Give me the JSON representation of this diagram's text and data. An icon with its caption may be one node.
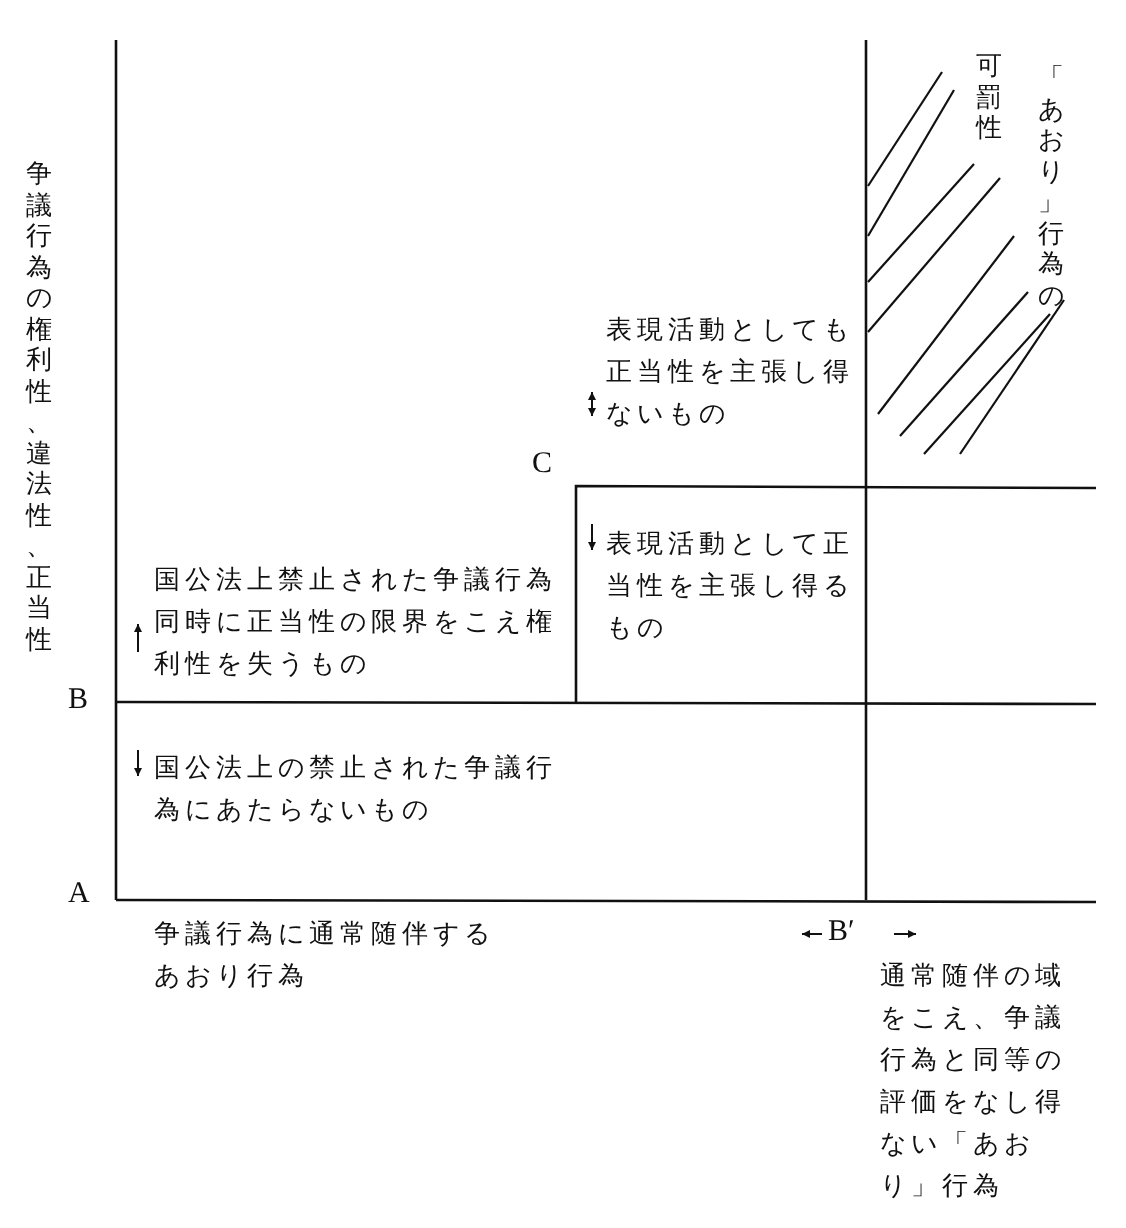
{
  "diagram": {
    "labels": [
      "争議行為の権利性、違法性、正当性",
      "「あおり」行為の",
      "可罰性",
      "表現活動としても正当性を主張し得ないもの",
      "C",
      "表現活動として正当性を主張し得るもの",
      "国公法上禁止された争議行為同時に正当性の限界をこえ権利性を失うもの",
      "B",
      "国公法上の禁止された争議行為にあたらないもの",
      "A",
      "争議行為に通常随伴するあおり行為",
      "B′",
      "通常随伴の域をこえ、争議行為と同等の評価をなし得ない「あおり」行為"
    ]
  }
}
